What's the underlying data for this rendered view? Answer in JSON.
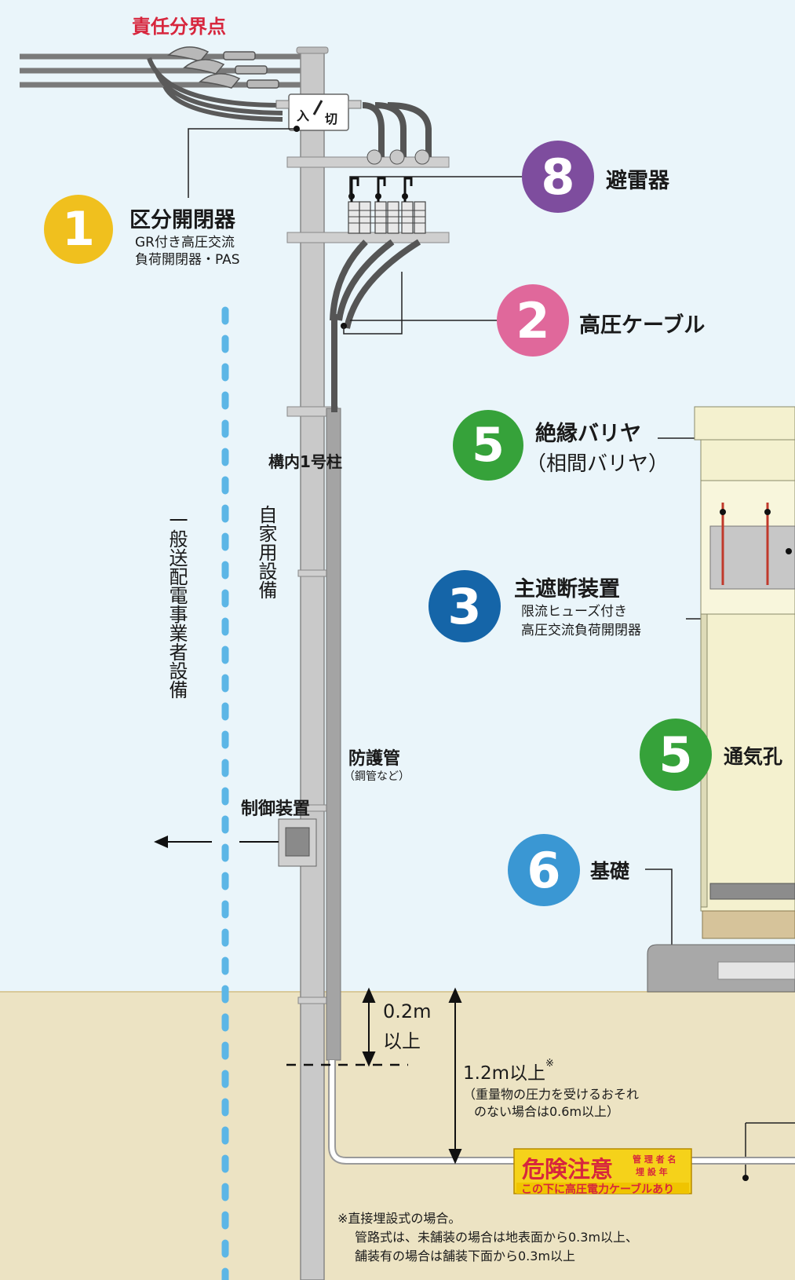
{
  "boundary": {
    "label": "責任分界点",
    "color": "#d7263d"
  },
  "colors": {
    "sky": "#eaf5fa",
    "ground": "#ece3c3",
    "ground_line": "#d8c99a",
    "pole": "#c9c9c9",
    "dash_blue": "#5cb6e6",
    "yellow": "#f0c01e",
    "pink": "#e0689b",
    "purple": "#7e4d9e",
    "green": "#36a23a",
    "blue": "#1565a8",
    "sky_blue": "#3a97d3"
  },
  "items": {
    "item1": {
      "num": "1",
      "title": "区分開閉器",
      "sub1": "GR付き高圧交流",
      "sub2": "負荷開閉器・PAS"
    },
    "item2": {
      "num": "2",
      "title": "高圧ケーブル"
    },
    "item3": {
      "num": "3",
      "title": "主遮断装置",
      "sub1": "限流ヒューズ付き",
      "sub2": "高圧交流負荷開閉器"
    },
    "item5a": {
      "num": "5",
      "title": "絶縁バリヤ",
      "sub": "（相間バリヤ）"
    },
    "item5b": {
      "num": "5",
      "title": "通気孔"
    },
    "item6": {
      "num": "6",
      "title": "基礎"
    },
    "item8": {
      "num": "8",
      "title": "避雷器"
    }
  },
  "switch_labels": {
    "on": "入",
    "off": "切"
  },
  "pole_label": "構内1号柱",
  "self_facility": "自家用設備",
  "utility_facility": "一般送配電事業者設備",
  "protect_pipe": {
    "title": "防護管",
    "sub": "（鋼管など）"
  },
  "control": "制御装置",
  "depth1": {
    "l1": "0.2m",
    "l2": "以上"
  },
  "depth2": {
    "main": "1.2m以上",
    "mark": "※",
    "note1": "（重量物の圧力を受けるおそれ",
    "note2": "のない場合は0.6m以上）"
  },
  "warning": {
    "main": "危険注意",
    "small1": "管 理 者 名",
    "small2": "埋 設 年",
    "sub": "この下に高圧電力ケーブルあり",
    "bg": "#f5d21a",
    "text_color": "#d7263d"
  },
  "footnote": {
    "l1": "※直接埋設式の場合。",
    "l2": "管路式は、未舗装の場合は地表面から0.3m以上、",
    "l3": "舗装有の場合は舗装下面から0.3m以上"
  }
}
